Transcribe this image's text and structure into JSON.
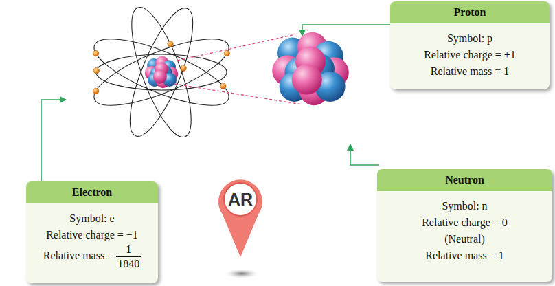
{
  "diagram": {
    "nodes": [
      {
        "text": [
          "Proton",
          "Symbol: p",
          "Relative charge = +1",
          "Relative mass = 1"
        ]
      },
      {
        "text": [
          "Neutron",
          "Symbol: n",
          "Relative charge = 0",
          "(Neutral)",
          "Relative mass = 1"
        ]
      },
      {
        "text": [
          "Electron",
          "Symbol: e",
          "Relative charge = −1",
          "Relative mass =",
          "1",
          "1840"
        ]
      }
    ],
    "labels": [
      "AR"
    ]
  }
}
